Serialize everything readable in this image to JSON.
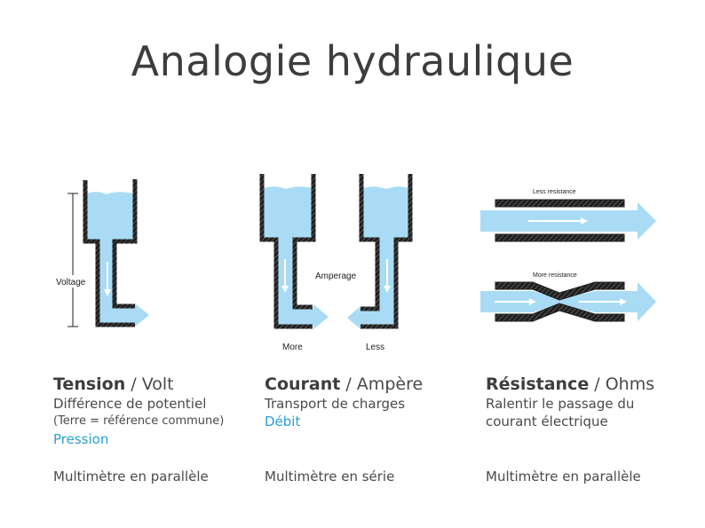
{
  "title": "Analogie hydraulique",
  "colors": {
    "water": "#a9dcf4",
    "water_dark": "#8ccbea",
    "pipe": "#1f1f1f",
    "accent": "#2a9fd6",
    "text": "#4a4a4a"
  },
  "diagrams": {
    "voltage_label": "Voltage",
    "amperage_label": "Amperage",
    "more_label": "More",
    "less_label": "Less",
    "less_resistance_label": "Less resistance",
    "more_resistance_label": "More resistance"
  },
  "columns": [
    {
      "name": "Tension",
      "unit": " / Volt",
      "line1": "Différence de potentiel",
      "line2": "(Terre = référence commune)",
      "accent": "Pression",
      "tool": "Multimètre en parallèle"
    },
    {
      "name": "Courant",
      "unit": " / Ampère",
      "line1": "Transport de charges",
      "accent": "Débit",
      "tool": "Multimètre en série"
    },
    {
      "name": "Résistance",
      "unit": " / Ohms",
      "line1": "Ralentir le passage du",
      "line2": "courant électrique",
      "tool": "Multimètre en parallèle"
    }
  ]
}
